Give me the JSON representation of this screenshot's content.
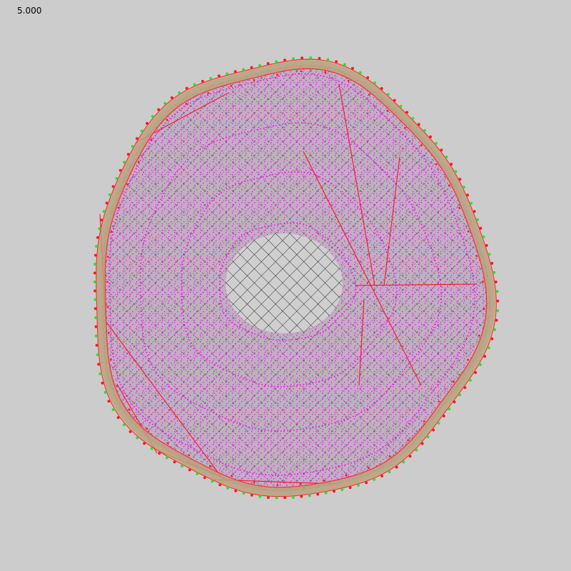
{
  "readout": {
    "time": "5.000"
  },
  "colors": {
    "background": "#cccccc",
    "tissue_fill": "#bfb0bf",
    "core_fill": "#cfcfcf",
    "mesh_line": "#000000",
    "contour": "#ff00ff",
    "boundary": "#ff3030",
    "boundary_ring": "#b9a27d",
    "node_green": "#33dd33",
    "node_red": "#ee2222",
    "fiber": "#ff1a3c"
  },
  "icons": {
    "readout": "time-counter",
    "view": "cell-mesh-simulation"
  }
}
